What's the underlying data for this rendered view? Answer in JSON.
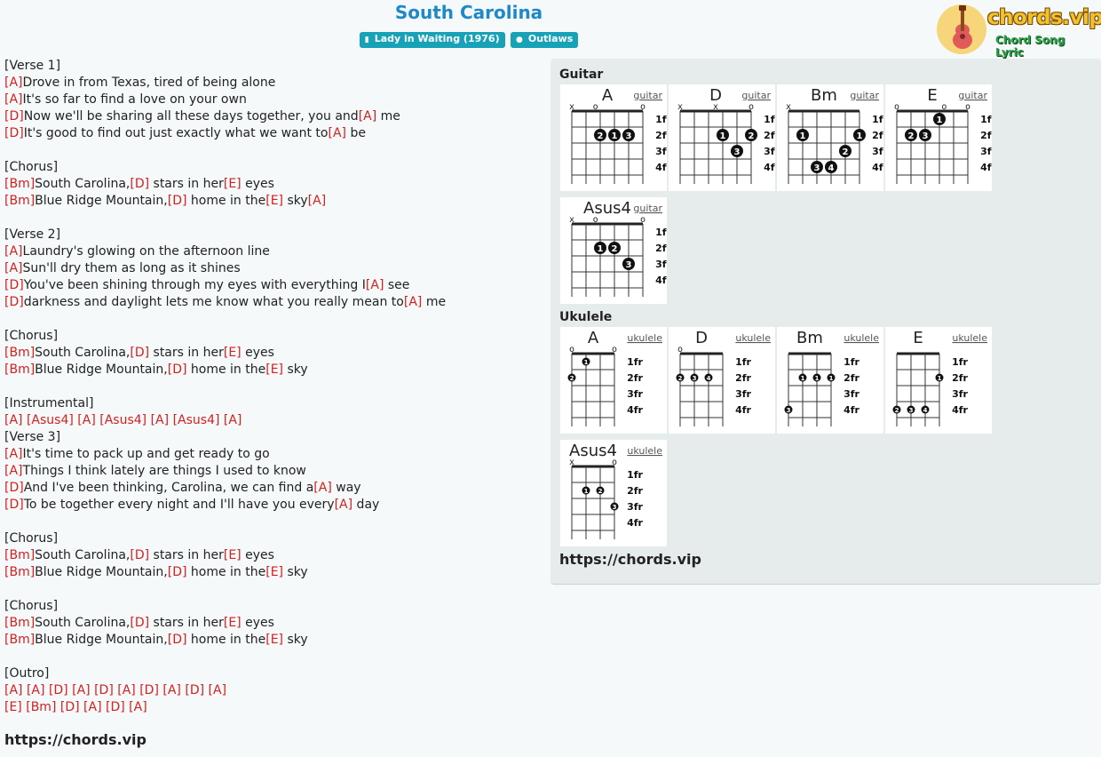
{
  "song": {
    "title": "South Carolina",
    "album": "Lady in Waiting (1976)",
    "artist": "Outlaws",
    "album_icon": "book-icon",
    "artist_icon": "user-icon"
  },
  "logo": {
    "name": "chords.vip",
    "tagline": "Chord Song Lyric",
    "icon": "guitar-icon"
  },
  "lyrics": [
    [
      {
        "t": "[Verse 1]"
      }
    ],
    [
      {
        "c": "[A]"
      },
      {
        "t": "Drove in from Texas, tired of being alone"
      }
    ],
    [
      {
        "c": "[A]"
      },
      {
        "t": "It's so far to find a love on your own"
      }
    ],
    [
      {
        "c": "[D]"
      },
      {
        "t": "Now we'll be sharing all these days together, you and"
      },
      {
        "c": "[A]"
      },
      {
        "t": " me"
      }
    ],
    [
      {
        "c": "[D]"
      },
      {
        "t": "It's good to find out just exactly what we want to"
      },
      {
        "c": "[A]"
      },
      {
        "t": " be"
      }
    ],
    [],
    [
      {
        "t": "[Chorus]"
      }
    ],
    [
      {
        "c": "[Bm]"
      },
      {
        "t": "South Carolina,"
      },
      {
        "c": "[D]"
      },
      {
        "t": " stars in her"
      },
      {
        "c": "[E]"
      },
      {
        "t": " eyes"
      }
    ],
    [
      {
        "c": "[Bm]"
      },
      {
        "t": "Blue Ridge Mountain,"
      },
      {
        "c": "[D]"
      },
      {
        "t": " home in the"
      },
      {
        "c": "[E]"
      },
      {
        "t": " sky"
      },
      {
        "c": "[A]"
      }
    ],
    [],
    [
      {
        "t": "[Verse 2]"
      }
    ],
    [
      {
        "c": "[A]"
      },
      {
        "t": "Laundry's glowing on the afternoon line"
      }
    ],
    [
      {
        "c": "[A]"
      },
      {
        "t": "Sun'll dry them as long as it shines"
      }
    ],
    [
      {
        "c": "[D]"
      },
      {
        "t": "You've been shining through my eyes with everything I"
      },
      {
        "c": "[A]"
      },
      {
        "t": " see"
      }
    ],
    [
      {
        "c": "[D]"
      },
      {
        "t": "darkness and daylight lets me know what you really mean to"
      },
      {
        "c": "[A]"
      },
      {
        "t": " me"
      }
    ],
    [],
    [
      {
        "t": "[Chorus]"
      }
    ],
    [
      {
        "c": "[Bm]"
      },
      {
        "t": "South Carolina,"
      },
      {
        "c": "[D]"
      },
      {
        "t": " stars in her"
      },
      {
        "c": "[E]"
      },
      {
        "t": " eyes"
      }
    ],
    [
      {
        "c": "[Bm]"
      },
      {
        "t": "Blue Ridge Mountain,"
      },
      {
        "c": "[D]"
      },
      {
        "t": " home in the"
      },
      {
        "c": "[E]"
      },
      {
        "t": " sky"
      }
    ],
    [],
    [
      {
        "t": "[Instrumental]"
      }
    ],
    [
      {
        "c": "[A]"
      },
      {
        "t": " "
      },
      {
        "c": "[Asus4]"
      },
      {
        "t": " "
      },
      {
        "c": "[A]"
      },
      {
        "t": " "
      },
      {
        "c": "[Asus4]"
      },
      {
        "t": " "
      },
      {
        "c": "[A]"
      },
      {
        "t": " "
      },
      {
        "c": "[Asus4]"
      },
      {
        "t": " "
      },
      {
        "c": "[A]"
      }
    ],
    [
      {
        "t": "[Verse 3]"
      }
    ],
    [
      {
        "c": "[A]"
      },
      {
        "t": "It's time to pack up and get ready to go"
      }
    ],
    [
      {
        "c": "[A]"
      },
      {
        "t": "Things I think lately are things I used to know"
      }
    ],
    [
      {
        "c": "[D]"
      },
      {
        "t": "And I've been thinking, Carolina, we can find a"
      },
      {
        "c": "[A]"
      },
      {
        "t": " way"
      }
    ],
    [
      {
        "c": "[D]"
      },
      {
        "t": "To be together every night and I'll have you every"
      },
      {
        "c": "[A]"
      },
      {
        "t": " day"
      }
    ],
    [],
    [
      {
        "t": "[Chorus]"
      }
    ],
    [
      {
        "c": "[Bm]"
      },
      {
        "t": "South Carolina,"
      },
      {
        "c": "[D]"
      },
      {
        "t": " stars in her"
      },
      {
        "c": "[E]"
      },
      {
        "t": " eyes"
      }
    ],
    [
      {
        "c": "[Bm]"
      },
      {
        "t": "Blue Ridge Mountain,"
      },
      {
        "c": "[D]"
      },
      {
        "t": " home in the"
      },
      {
        "c": "[E]"
      },
      {
        "t": " sky"
      }
    ],
    [],
    [
      {
        "t": "[Chorus]"
      }
    ],
    [
      {
        "c": "[Bm]"
      },
      {
        "t": "South Carolina,"
      },
      {
        "c": "[D]"
      },
      {
        "t": " stars in her"
      },
      {
        "c": "[E]"
      },
      {
        "t": " eyes"
      }
    ],
    [
      {
        "c": "[Bm]"
      },
      {
        "t": "Blue Ridge Mountain,"
      },
      {
        "c": "[D]"
      },
      {
        "t": " home in the"
      },
      {
        "c": "[E]"
      },
      {
        "t": " sky"
      }
    ],
    [],
    [
      {
        "t": "[Outro]"
      }
    ],
    [
      {
        "c": "[A]"
      },
      {
        "t": " "
      },
      {
        "c": "[A]"
      },
      {
        "t": " "
      },
      {
        "c": "[D]"
      },
      {
        "t": " "
      },
      {
        "c": "[A]"
      },
      {
        "t": " "
      },
      {
        "c": "[D]"
      },
      {
        "t": " "
      },
      {
        "c": "[A]"
      },
      {
        "t": " "
      },
      {
        "c": "[D]"
      },
      {
        "t": " "
      },
      {
        "c": "[A]"
      },
      {
        "t": " "
      },
      {
        "c": "[D]"
      },
      {
        "t": " "
      },
      {
        "c": "[A]"
      }
    ],
    [
      {
        "c": "[E]"
      },
      {
        "t": " "
      },
      {
        "c": "[Bm]"
      },
      {
        "t": " "
      },
      {
        "c": "[D]"
      },
      {
        "t": " "
      },
      {
        "c": "[A]"
      },
      {
        "t": " "
      },
      {
        "c": "[D]"
      },
      {
        "t": " "
      },
      {
        "c": "[A]"
      }
    ]
  ],
  "source_url": "https://chords.vip",
  "panel": {
    "guitar_label": "Guitar",
    "ukulele_label": "Ukulele",
    "url": "https://chords.vip"
  },
  "fret_labels": [
    "1fr",
    "2fr",
    "3fr",
    "4fr"
  ],
  "guitar_chords": [
    {
      "name": "A",
      "instrument": "guitar",
      "open": "xo   o",
      "dots": [
        {
          "s": 2,
          "f": 2,
          "n": "2"
        },
        {
          "s": 3,
          "f": 2,
          "n": "1"
        },
        {
          "s": 4,
          "f": 2,
          "n": "3"
        }
      ]
    },
    {
      "name": "D",
      "instrument": "guitar",
      "open": "xxo   ",
      "dots": [
        {
          "s": 3,
          "f": 2,
          "n": "1"
        },
        {
          "s": 5,
          "f": 2,
          "n": "2"
        },
        {
          "s": 4,
          "f": 3,
          "n": "3"
        }
      ]
    },
    {
      "name": "Bm",
      "instrument": "guitar",
      "open": "x     ",
      "dots": [
        {
          "s": 1,
          "f": 2,
          "n": "1"
        },
        {
          "s": 5,
          "f": 2,
          "n": "1"
        },
        {
          "s": 4,
          "f": 3,
          "n": "2"
        },
        {
          "s": 2,
          "f": 4,
          "n": "3"
        },
        {
          "s": 3,
          "f": 4,
          "n": "4"
        }
      ]
    },
    {
      "name": "E",
      "instrument": "guitar",
      "open": "o   oo",
      "dots": [
        {
          "s": 3,
          "f": 1,
          "n": "1"
        },
        {
          "s": 1,
          "f": 2,
          "n": "2"
        },
        {
          "s": 2,
          "f": 2,
          "n": "3"
        }
      ]
    },
    {
      "name": "Asus4",
      "instrument": "guitar",
      "open": "xo   o",
      "dots": [
        {
          "s": 2,
          "f": 2,
          "n": "1"
        },
        {
          "s": 3,
          "f": 2,
          "n": "2"
        },
        {
          "s": 4,
          "f": 3,
          "n": "3"
        }
      ]
    }
  ],
  "ukulele_chords": [
    {
      "name": "A",
      "instrument": "ukulele",
      "open": "  oo",
      "dots": [
        {
          "s": 1,
          "f": 1,
          "n": "1"
        },
        {
          "s": 0,
          "f": 2,
          "n": "2"
        }
      ]
    },
    {
      "name": "D",
      "instrument": "ukulele",
      "open": "   o",
      "dots": [
        {
          "s": 0,
          "f": 2,
          "n": "2"
        },
        {
          "s": 1,
          "f": 2,
          "n": "3"
        },
        {
          "s": 2,
          "f": 2,
          "n": "4"
        }
      ]
    },
    {
      "name": "Bm",
      "instrument": "ukulele",
      "open": "    ",
      "dots": [
        {
          "s": 1,
          "f": 2,
          "n": "1"
        },
        {
          "s": 2,
          "f": 2,
          "n": "1"
        },
        {
          "s": 3,
          "f": 2,
          "n": "1"
        },
        {
          "s": 0,
          "f": 4,
          "n": "3"
        }
      ]
    },
    {
      "name": "E",
      "instrument": "ukulele",
      "open": "    ",
      "dots": [
        {
          "s": 3,
          "f": 2,
          "n": "1"
        },
        {
          "s": 0,
          "f": 4,
          "n": "2"
        },
        {
          "s": 1,
          "f": 4,
          "n": "3"
        },
        {
          "s": 2,
          "f": 4,
          "n": "4"
        }
      ]
    },
    {
      "name": "Asus4",
      "instrument": "ukulele",
      "open": "x  o",
      "dots": [
        {
          "s": 1,
          "f": 2,
          "n": "1"
        },
        {
          "s": 2,
          "f": 2,
          "n": "2"
        },
        {
          "s": 3,
          "f": 3,
          "n": "3"
        }
      ]
    }
  ]
}
